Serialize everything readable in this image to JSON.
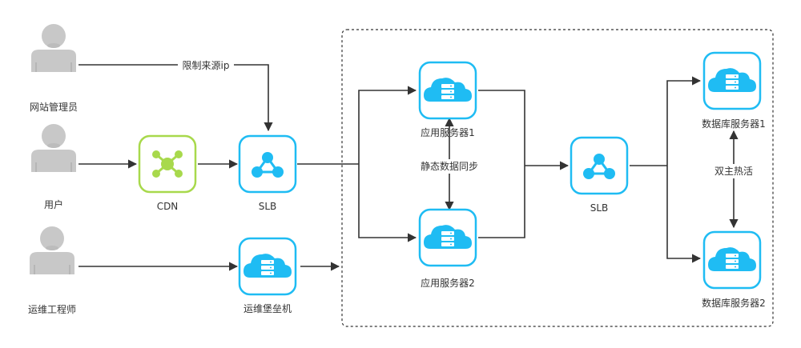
{
  "nodes": {
    "admin": {
      "label": "网站管理员",
      "icon": "person-icon"
    },
    "user": {
      "label": "用户",
      "icon": "person-icon"
    },
    "ops": {
      "label": "运维工程师",
      "icon": "person-icon"
    },
    "cdn": {
      "label": "CDN",
      "icon": "cdn-hub-icon"
    },
    "slb_front": {
      "label": "SLB",
      "icon": "load-balancer-icon"
    },
    "bastion": {
      "label": "运维堡垒机",
      "icon": "cloud-server-icon"
    },
    "app1": {
      "label": "应用服务器1",
      "icon": "cloud-server-icon"
    },
    "app2": {
      "label": "应用服务器2",
      "icon": "cloud-server-icon"
    },
    "slb_back": {
      "label": "SLB",
      "icon": "load-balancer-icon"
    },
    "db1": {
      "label": "数据库服务器1",
      "icon": "cloud-server-icon"
    },
    "db2": {
      "label": "数据库服务器2",
      "icon": "cloud-server-icon"
    }
  },
  "edges": {
    "admin_to_slb": "限制来源ip",
    "app_sync": "静态数据同步",
    "db_hot_standby": "双主热活"
  },
  "colors": {
    "accent_blue": "#1fbcf3",
    "cdn_green": "#a8d94c",
    "person_gray": "#c8c8c8",
    "line": "#333333"
  }
}
